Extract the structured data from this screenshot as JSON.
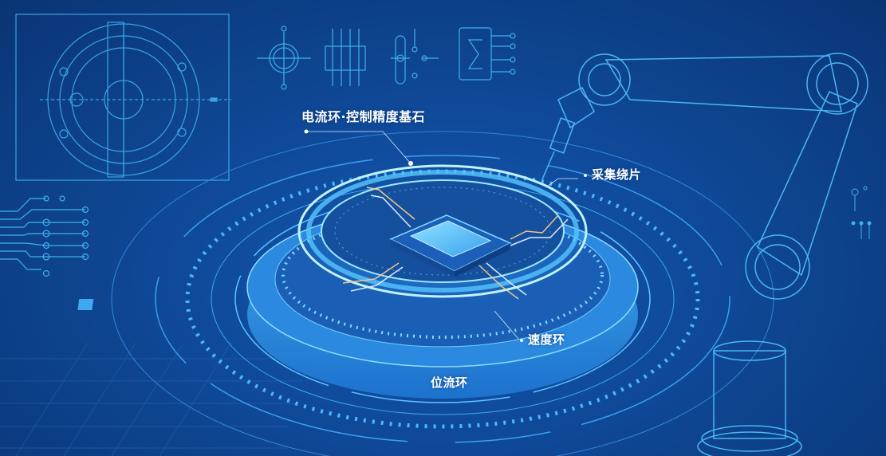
{
  "scene": {
    "title": "电流环·控制精度基石",
    "background_color": "#0d3f86",
    "accent_color": "#4fc3ff",
    "glow_color": "#8ee6ff",
    "trace_color": "#f2c48a"
  },
  "labels": {
    "current_loop": "电流环·控制精度基石",
    "sampling_chip": "采集绕片",
    "speed_loop": "速度环",
    "position_loop": "位流环"
  },
  "illustrations": [
    {
      "name": "mechanical-blueprint",
      "position": "top-left"
    },
    {
      "name": "circuit-symbols",
      "position": "top-center"
    },
    {
      "name": "control-chip-ring",
      "position": "center"
    },
    {
      "name": "robot-arm",
      "position": "right"
    },
    {
      "name": "circuit-traces",
      "position": "left"
    }
  ]
}
